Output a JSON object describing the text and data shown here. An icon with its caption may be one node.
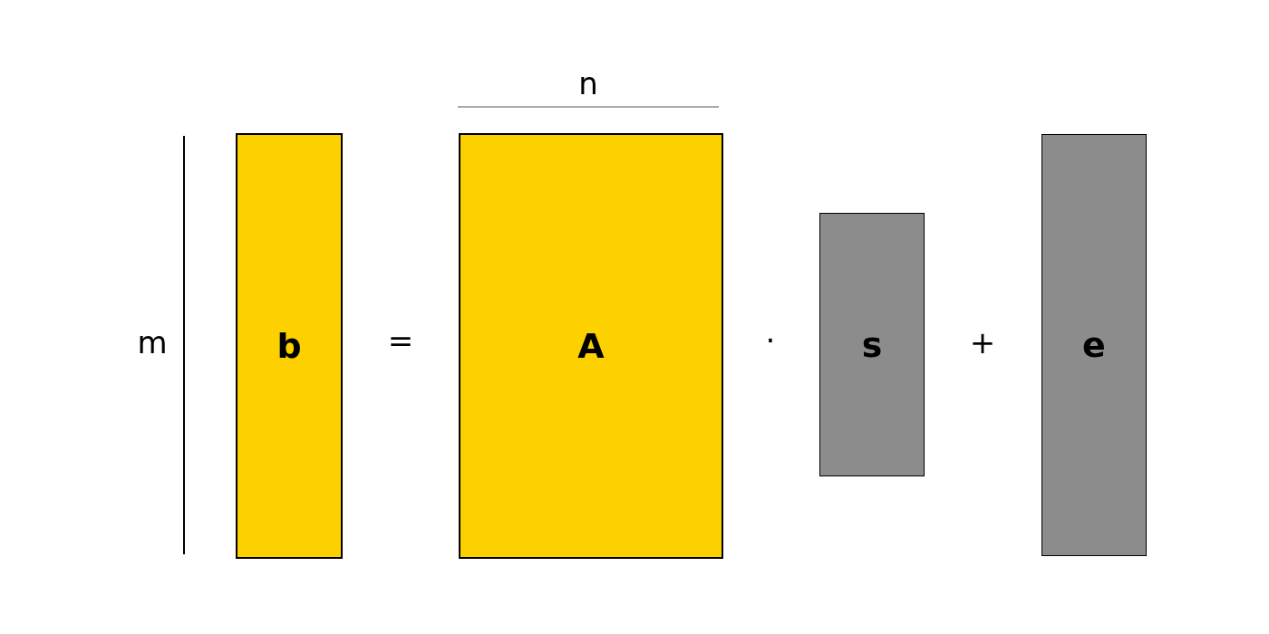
{
  "diagram": {
    "nodes": [
      {
        "text": [
          "b"
        ]
      },
      {
        "text": [
          "A"
        ]
      },
      {
        "text": [
          "s"
        ]
      },
      {
        "text": [
          "e"
        ]
      }
    ],
    "labels": [
      "n",
      "m",
      "=",
      "·",
      "+"
    ]
  }
}
